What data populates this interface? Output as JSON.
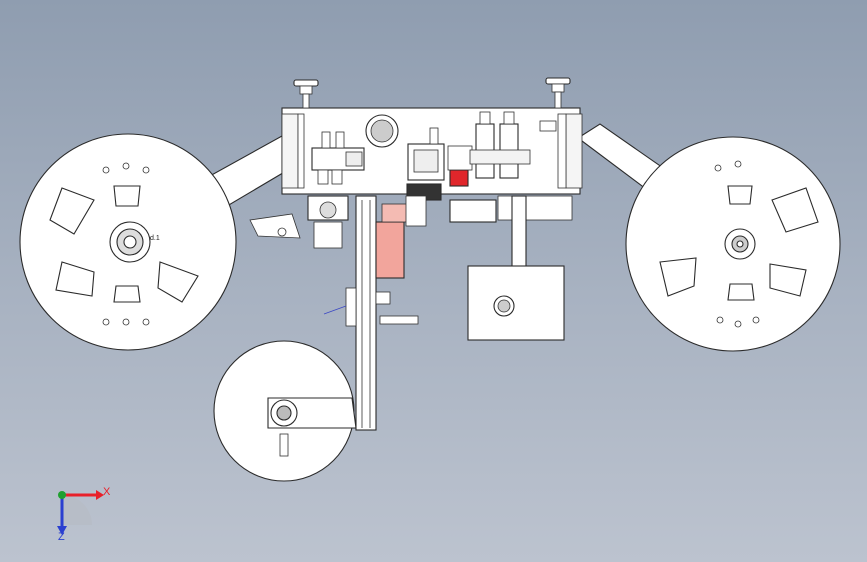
{
  "diagram": {
    "type": "cad-mechanical-assembly-view",
    "background_colors": [
      "#8f9db0",
      "#bcc3cf"
    ],
    "part_fill": "#ffffff",
    "accent_red": "#e0262b",
    "accent_salmon": "#f2a59c",
    "part_label_small": "d.1"
  },
  "triad": {
    "x_label": "X",
    "z_label": "Z",
    "x_color": "#e8202a",
    "y_color": "#20a030",
    "z_color": "#2a3fd0"
  }
}
